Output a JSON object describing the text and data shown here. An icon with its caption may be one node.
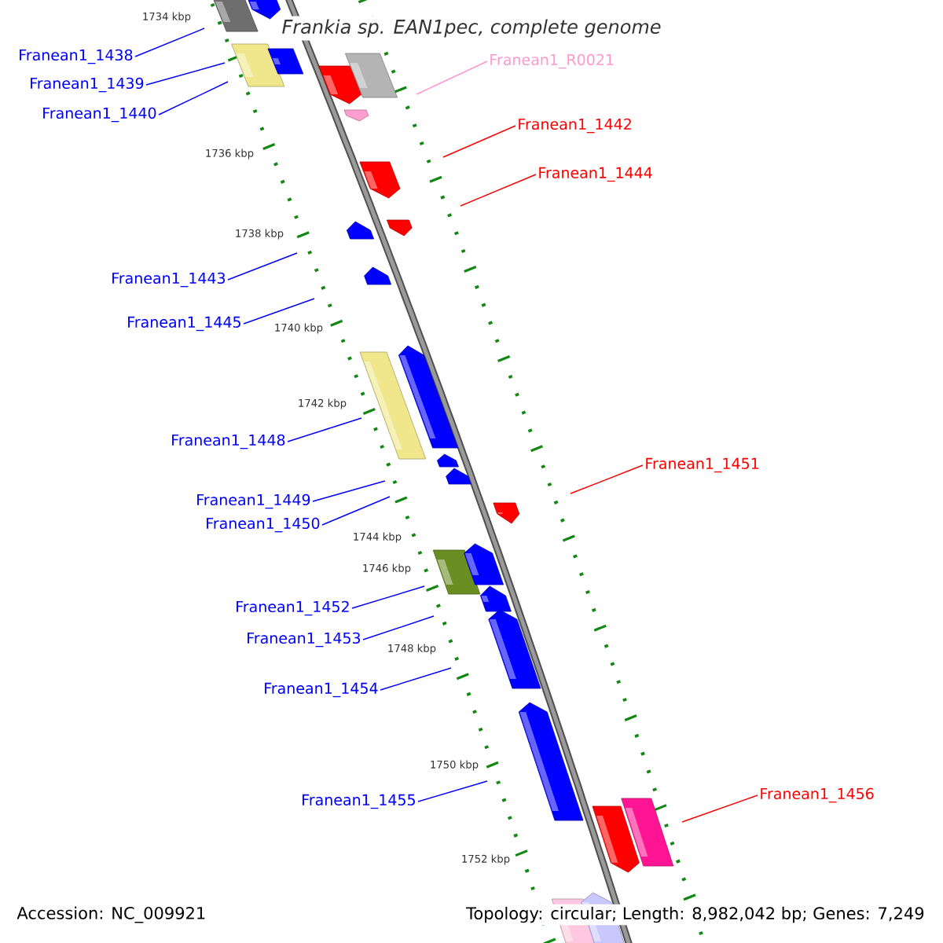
{
  "diagram": {
    "title": "Frankia sp. EAN1pec, complete genome",
    "nodes": [
      {
        "text": [
          "Franean1_1438"
        ]
      },
      {
        "text": [
          "Franean1_R0021"
        ]
      },
      {
        "text": [
          "Franean1_1439"
        ]
      },
      {
        "text": [
          "Franean1_1440"
        ]
      },
      {
        "text": [
          "Franean1_1442"
        ]
      },
      {
        "text": [
          "Franean1_1444"
        ]
      },
      {
        "text": [
          "Franean1_1443"
        ]
      },
      {
        "text": [
          "Franean1_1445"
        ]
      },
      {
        "text": [
          "Franean1_1448"
        ]
      },
      {
        "text": [
          "Franean1_1451"
        ]
      },
      {
        "text": [
          "Franean1_1449"
        ]
      },
      {
        "text": [
          "Franean1_1450"
        ]
      },
      {
        "text": [
          "Franean1_1452"
        ]
      },
      {
        "text": [
          "Franean1_1453"
        ]
      },
      {
        "text": [
          "Franean1_1454"
        ]
      },
      {
        "text": [
          "Franean1_1456"
        ]
      },
      {
        "text": [
          "Franean1_1455"
        ]
      }
    ],
    "edges": [
      {
        "from": 0,
        "to": null,
        "arrow": "none"
      },
      {
        "from": 1,
        "to": null,
        "arrow": "none",
        "color": "#ff99cc"
      },
      {
        "from": 2,
        "to": null,
        "arrow": "none"
      },
      {
        "from": 3,
        "to": null,
        "arrow": "none"
      },
      {
        "from": 4,
        "to": null,
        "arrow": "none",
        "color": "#ff0000"
      },
      {
        "from": 5,
        "to": null,
        "arrow": "none",
        "color": "#ff0000"
      },
      {
        "from": 6,
        "to": null,
        "arrow": "none"
      },
      {
        "from": 7,
        "to": null,
        "arrow": "none"
      },
      {
        "from": 8,
        "to": null,
        "arrow": "none"
      },
      {
        "from": 9,
        "to": null,
        "arrow": "none",
        "color": "#ff0000"
      },
      {
        "from": 10,
        "to": null,
        "arrow": "none"
      },
      {
        "from": 11,
        "to": null,
        "arrow": "none"
      },
      {
        "from": 12,
        "to": null,
        "arrow": "none"
      },
      {
        "from": 13,
        "to": null,
        "arrow": "none"
      },
      {
        "from": 14,
        "to": null,
        "arrow": "none"
      },
      {
        "from": 15,
        "to": null,
        "arrow": "none",
        "color": "#ff0000"
      },
      {
        "from": 16,
        "to": null,
        "arrow": "none"
      }
    ],
    "labels": [
      "1734 kbp",
      "1736 kbp",
      "1738 kbp",
      "1740 kbp",
      "1742 kbp",
      "1744 kbp",
      "1746 kbp",
      "1748 kbp",
      "1750 kbp",
      "1752 kbp",
      "Accession: NC_009921",
      "Topology: circular; Length: 8,982,042 bp; Genes: 7,249"
    ]
  }
}
